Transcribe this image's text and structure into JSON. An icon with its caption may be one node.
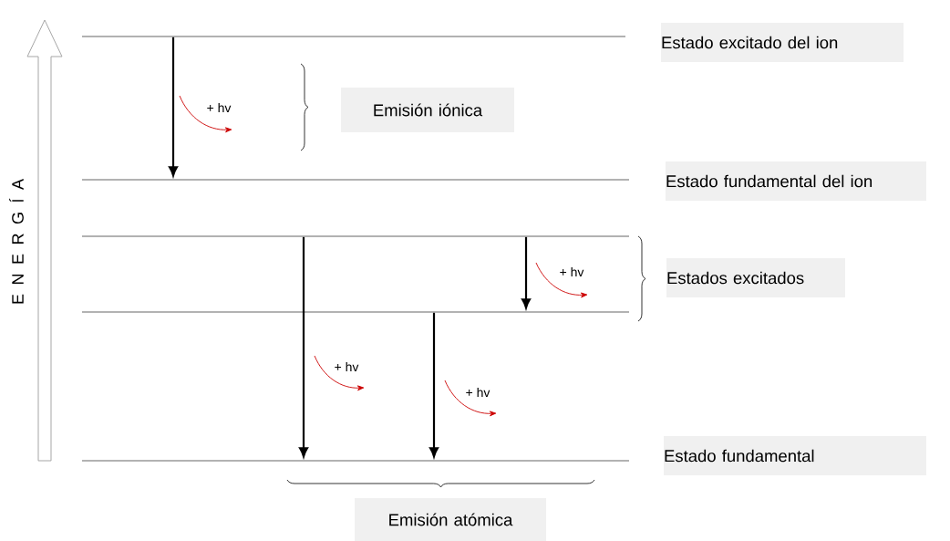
{
  "diagram": {
    "nodes": [
      {
        "text": [],
        "shape": "bar"
      },
      {
        "text": [],
        "shape": "bar"
      },
      {
        "text": [],
        "shape": "bar"
      },
      {
        "text": [],
        "shape": "bar"
      },
      {
        "text": [],
        "shape": "bar"
      },
      {
        "text": [
          "Estado excitado del ion"
        ]
      },
      {
        "text": [
          "Emisión iónica"
        ]
      },
      {
        "text": [
          "Estado fundamental del ion"
        ]
      },
      {
        "text": [
          "Estados excitados"
        ]
      },
      {
        "text": [
          "Estado fundamental"
        ]
      },
      {
        "text": [
          "Emisión atómica"
        ]
      }
    ],
    "edges": [
      {
        "from": 0,
        "to": 1,
        "arrow": "to"
      },
      {
        "from": 2,
        "to": 4,
        "arrow": "to"
      },
      {
        "from": 3,
        "to": 4,
        "arrow": "to"
      },
      {
        "from": 2,
        "to": 3,
        "arrow": "to"
      }
    ],
    "labels": [
      "E N E R G Í A",
      "+ hv",
      "+ hv",
      "+ hv",
      "+ hv"
    ]
  }
}
